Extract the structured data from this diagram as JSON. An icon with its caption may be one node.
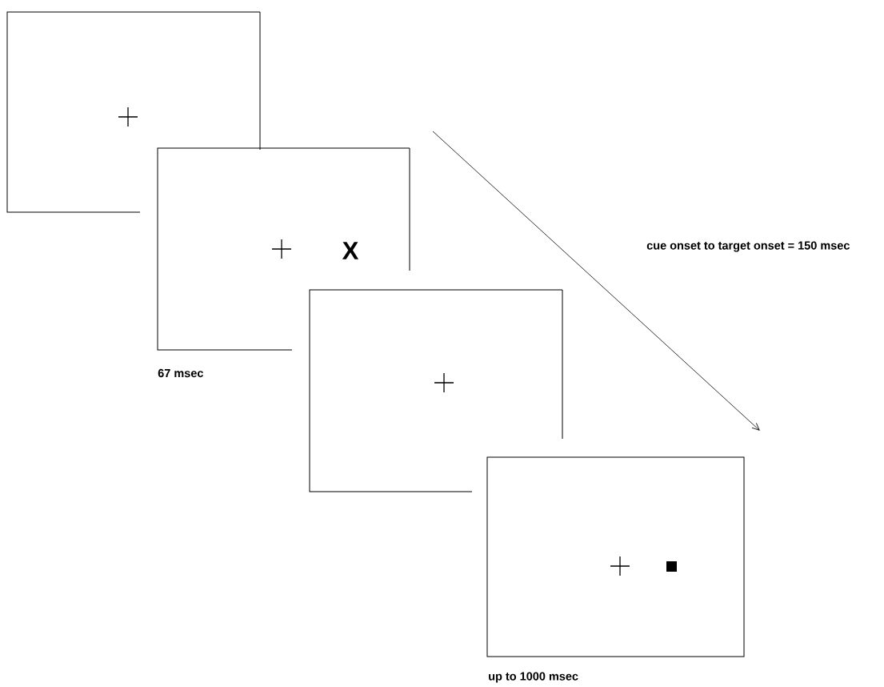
{
  "diagram": {
    "nodes": [
      {
        "text": [],
        "shape": "box"
      },
      {
        "text": [
          "X"
        ],
        "beside": [
          "67 msec"
        ]
      },
      {
        "text": [],
        "shape": "box"
      },
      {
        "text": [],
        "shape": "box",
        "beside": [
          "up to 1000 msec"
        ]
      }
    ],
    "edges": [],
    "labels": [
      "cue onset to target onset = 150 msec"
    ]
  }
}
